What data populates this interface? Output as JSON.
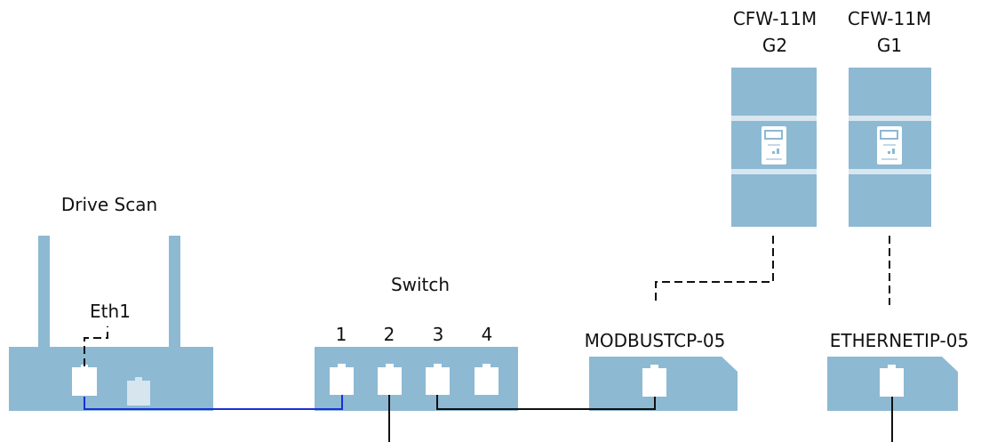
{
  "colors": {
    "device": "#8db9d3",
    "device_band": "#d7e6ef",
    "port_fill": "#ffffff",
    "port_dim": "#d6e5ee",
    "cable_blue": "#1c2fd6",
    "cable_black": "#111111"
  },
  "labels": {
    "drive_scan": "Drive Scan",
    "eth1": "Eth1",
    "switch": "Switch",
    "port1": "1",
    "port2": "2",
    "port3": "3",
    "port4": "4",
    "modbus": "MODBUSTCP-05",
    "ethernetip": "ETHERNETIP-05",
    "cfw_g2_line1": "CFW-11M",
    "cfw_g2_line2": "G2",
    "cfw_g1_line1": "CFW-11M",
    "cfw_g1_line2": "G1"
  },
  "icons": {
    "drive_logo": "weg-logo-icon"
  }
}
